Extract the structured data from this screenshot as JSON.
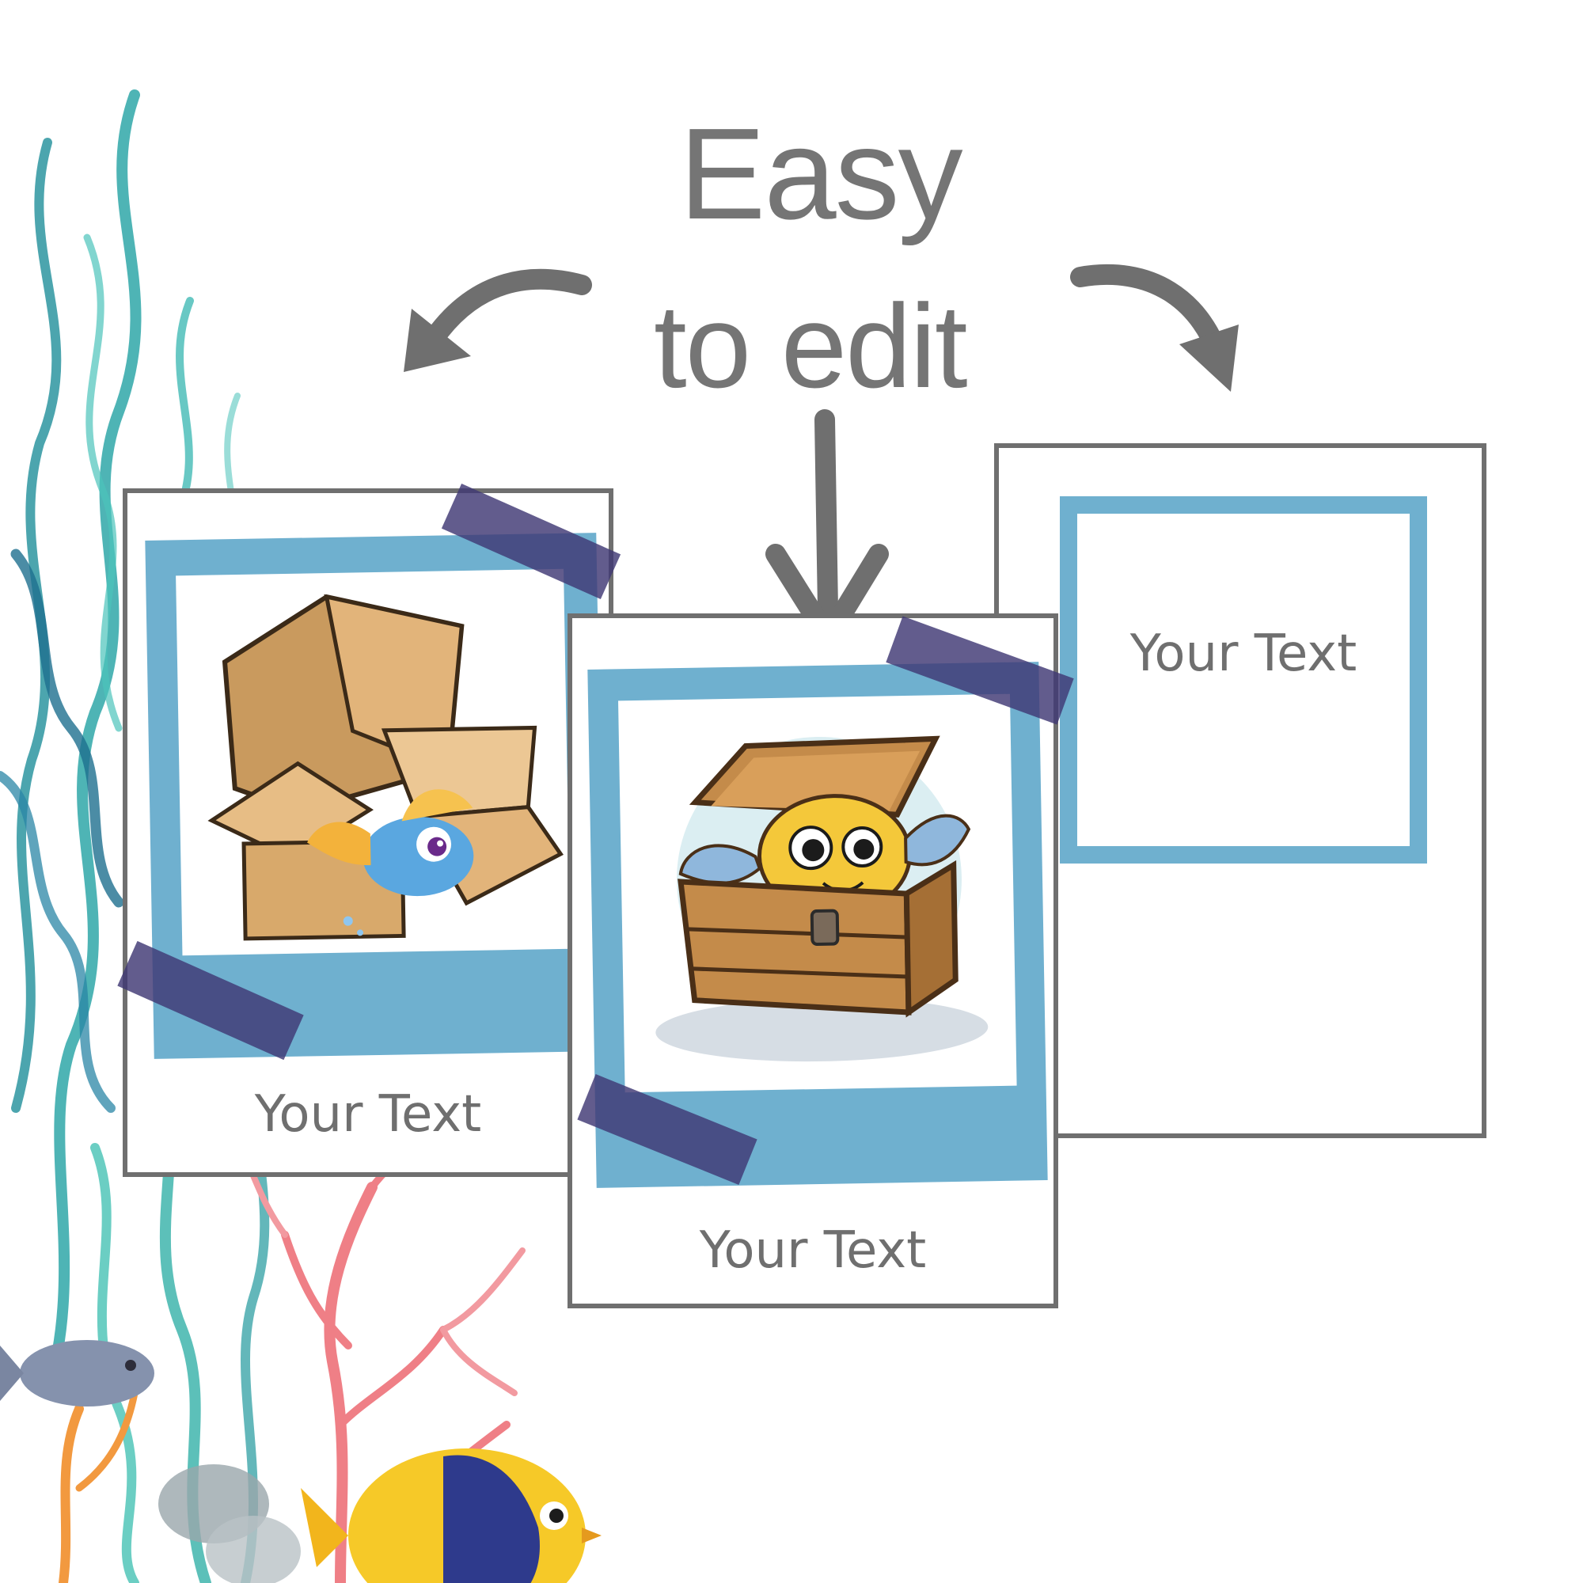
{
  "headline": {
    "line1": "Easy",
    "line2": "to edit"
  },
  "cards": [
    {
      "id": "card-left",
      "caption": "Your Text",
      "image": "cartoon fish with cardboard box"
    },
    {
      "id": "card-middle",
      "caption": "Your Text",
      "image": "cartoon fish in treasure chest"
    },
    {
      "id": "card-right",
      "caption": "Your Text"
    }
  ],
  "icons": {
    "arrow_left": "curved-arrow-left-icon",
    "arrow_down": "arrow-down-icon",
    "arrow_right": "curved-arrow-right-icon"
  },
  "colors": {
    "text_gray": "#757575",
    "card_border": "#6f6f6f",
    "frame_blue": "#6fb0cf",
    "tape_purple": "#403874",
    "seaweed_teal": "#2aa3a3",
    "coral_pink": "#ef7f86"
  }
}
